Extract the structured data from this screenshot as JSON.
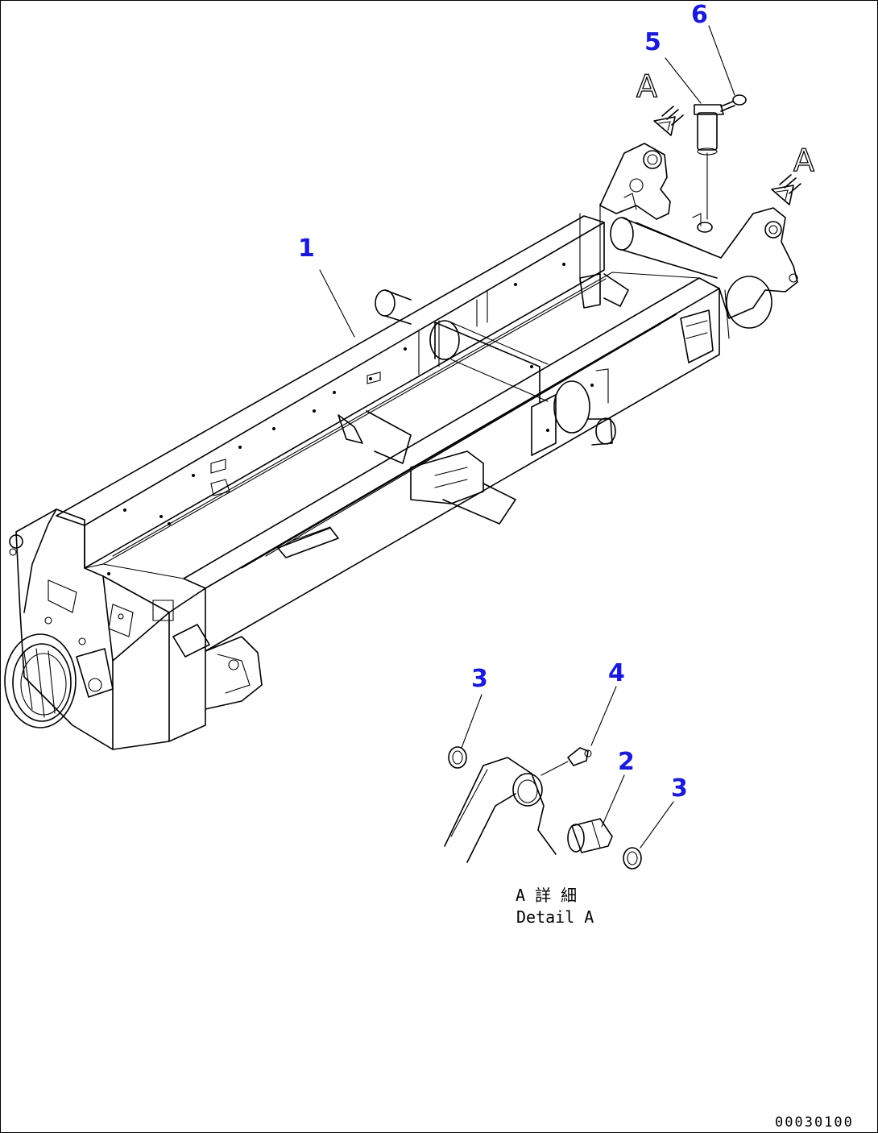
{
  "callouts": [
    {
      "id": "1",
      "label": "1"
    },
    {
      "id": "2",
      "label": "2"
    },
    {
      "id": "3a",
      "label": "3"
    },
    {
      "id": "3b",
      "label": "3"
    },
    {
      "id": "4",
      "label": "4"
    },
    {
      "id": "5",
      "label": "5"
    },
    {
      "id": "6",
      "label": "6"
    }
  ],
  "view_markers": [
    {
      "label": "A"
    },
    {
      "label": "A"
    }
  ],
  "detail": {
    "title_jp": "A 詳 細",
    "title_en": "Detail A"
  },
  "drawing_code": "00030100",
  "colors": {
    "callout": "#1a1ad8",
    "line": "#000000",
    "background": "#ffffff"
  }
}
